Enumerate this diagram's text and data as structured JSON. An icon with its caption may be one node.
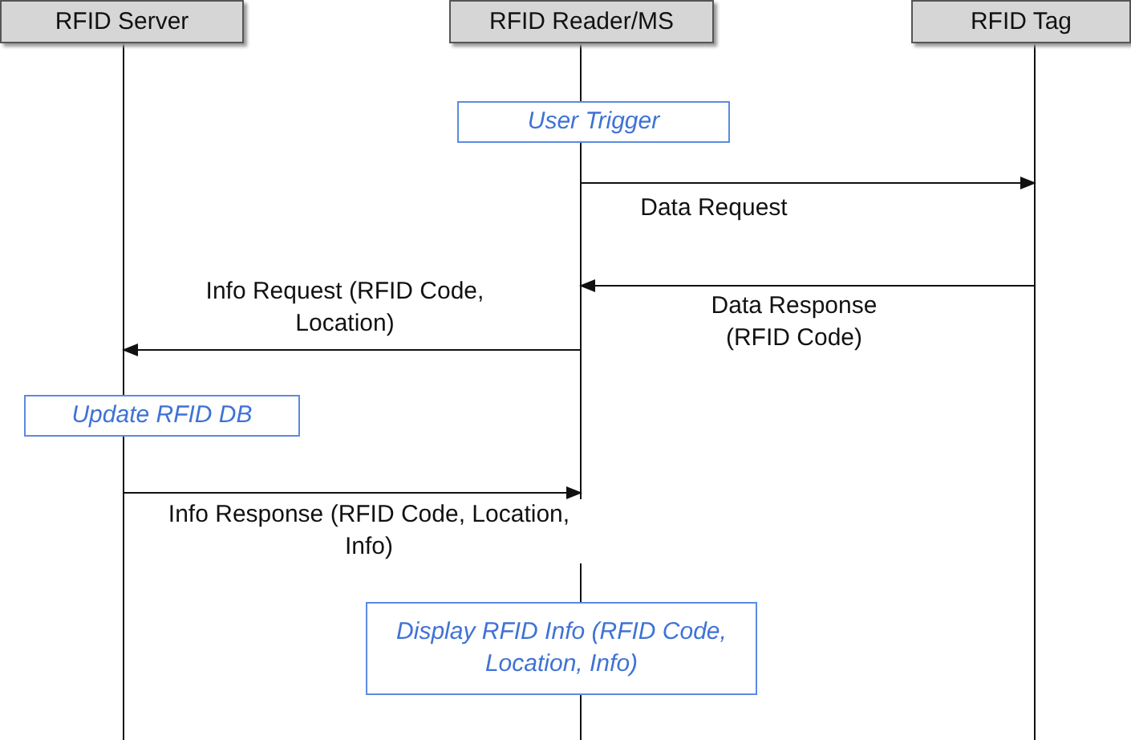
{
  "diagram": {
    "nodes": [
      {
        "text": [
          "RFID Server"
        ]
      },
      {
        "text": [
          "RFID Reader/MS"
        ]
      },
      {
        "text": [
          "RFID Tag"
        ]
      },
      {
        "text": [
          "User Trigger"
        ]
      },
      {
        "text": [
          "Update RFID DB"
        ]
      },
      {
        "text": [
          "Display RFID Info (RFID Code, Location, Info)"
        ]
      }
    ],
    "edges": [
      {
        "from": 1,
        "to": 2,
        "arrow": "to",
        "label": "Data Request"
      },
      {
        "from": 2,
        "to": 1,
        "arrow": "to",
        "label": "Data Response (RFID Code)"
      },
      {
        "from": 1,
        "to": 0,
        "arrow": "to",
        "label": "Info Request (RFID Code, Location)"
      },
      {
        "from": 0,
        "to": 1,
        "arrow": "to",
        "label": "Info Response (RFID Code, Location, Info)"
      }
    ]
  }
}
